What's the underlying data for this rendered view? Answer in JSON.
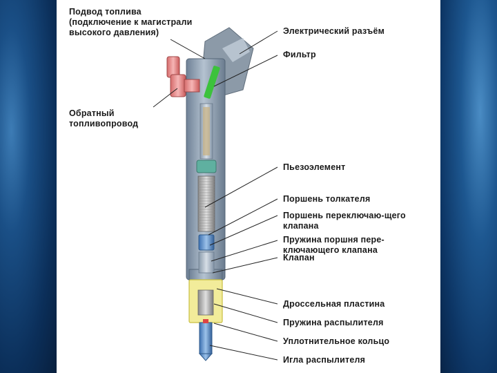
{
  "labels": {
    "fuel_inlet": "Подвод топлива\n(подключение к магистрали\nвысокого давления)",
    "return_line": "Обратный\nтопливопровод",
    "connector": "Электрический разъём",
    "filter": "Фильтр",
    "piezo": "Пьезоэлемент",
    "pusher_piston": "Поршень толкателя",
    "switch_valve_piston": "Поршень переключаю-щего\nклапана",
    "switch_valve_spring": "Пружина поршня пере-\nключающего клапана",
    "valve": "Клапан",
    "throttle_plate": "Дроссельная пластина",
    "nozzle_spring": "Пружина распылителя",
    "seal_ring": "Уплотнительное кольцо",
    "nozzle_needle": "Игла распылителя"
  },
  "colors": {
    "body": "#8a9aab",
    "filter": "#3cc23c",
    "inlet": "#e88a8a",
    "seal": "#e8e070",
    "nozzle": "#5a8fc8"
  }
}
